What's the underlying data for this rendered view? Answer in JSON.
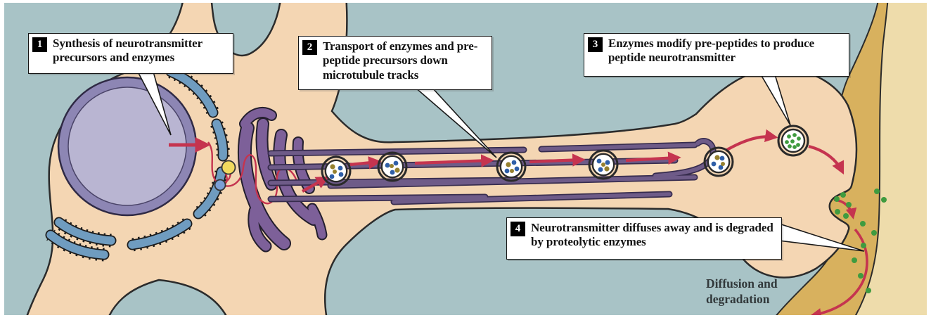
{
  "callouts": [
    {
      "number": "1",
      "text": "Synthesis of neurotransmitter precursors and enzymes"
    },
    {
      "number": "2",
      "text": "Transport of enzymes and pre-peptide precursors down microtubule tracks"
    },
    {
      "number": "3",
      "text": "Enzymes modify pre-peptides to produce peptide neurotransmitter"
    },
    {
      "number": "4",
      "text": "Neurotransmitter diffuses away and is degraded by proteolytic enzymes"
    }
  ],
  "labels": {
    "diffusion": "Diffusion and degradation"
  },
  "colors": {
    "bg": "#a8c3c6",
    "cell": "#f4d6b3",
    "outline": "#2b2b2b",
    "nucleus_fill": "#b9b5d2",
    "nucleus_ring": "#8d86b4",
    "er": "#6f9cc0",
    "golgi": "#7d6099",
    "mt": "#6e5b88",
    "mt_edge": "#372c4e",
    "red": "#c5344f",
    "gold": "#d8b15e",
    "cream": "#eedcab",
    "green": "#3f9b3f",
    "blue_dot": "#2f5fa8",
    "olive_dot": "#96812f",
    "bead_yellow": "#f2da5e",
    "bead_blue": "#7b9fd4"
  }
}
